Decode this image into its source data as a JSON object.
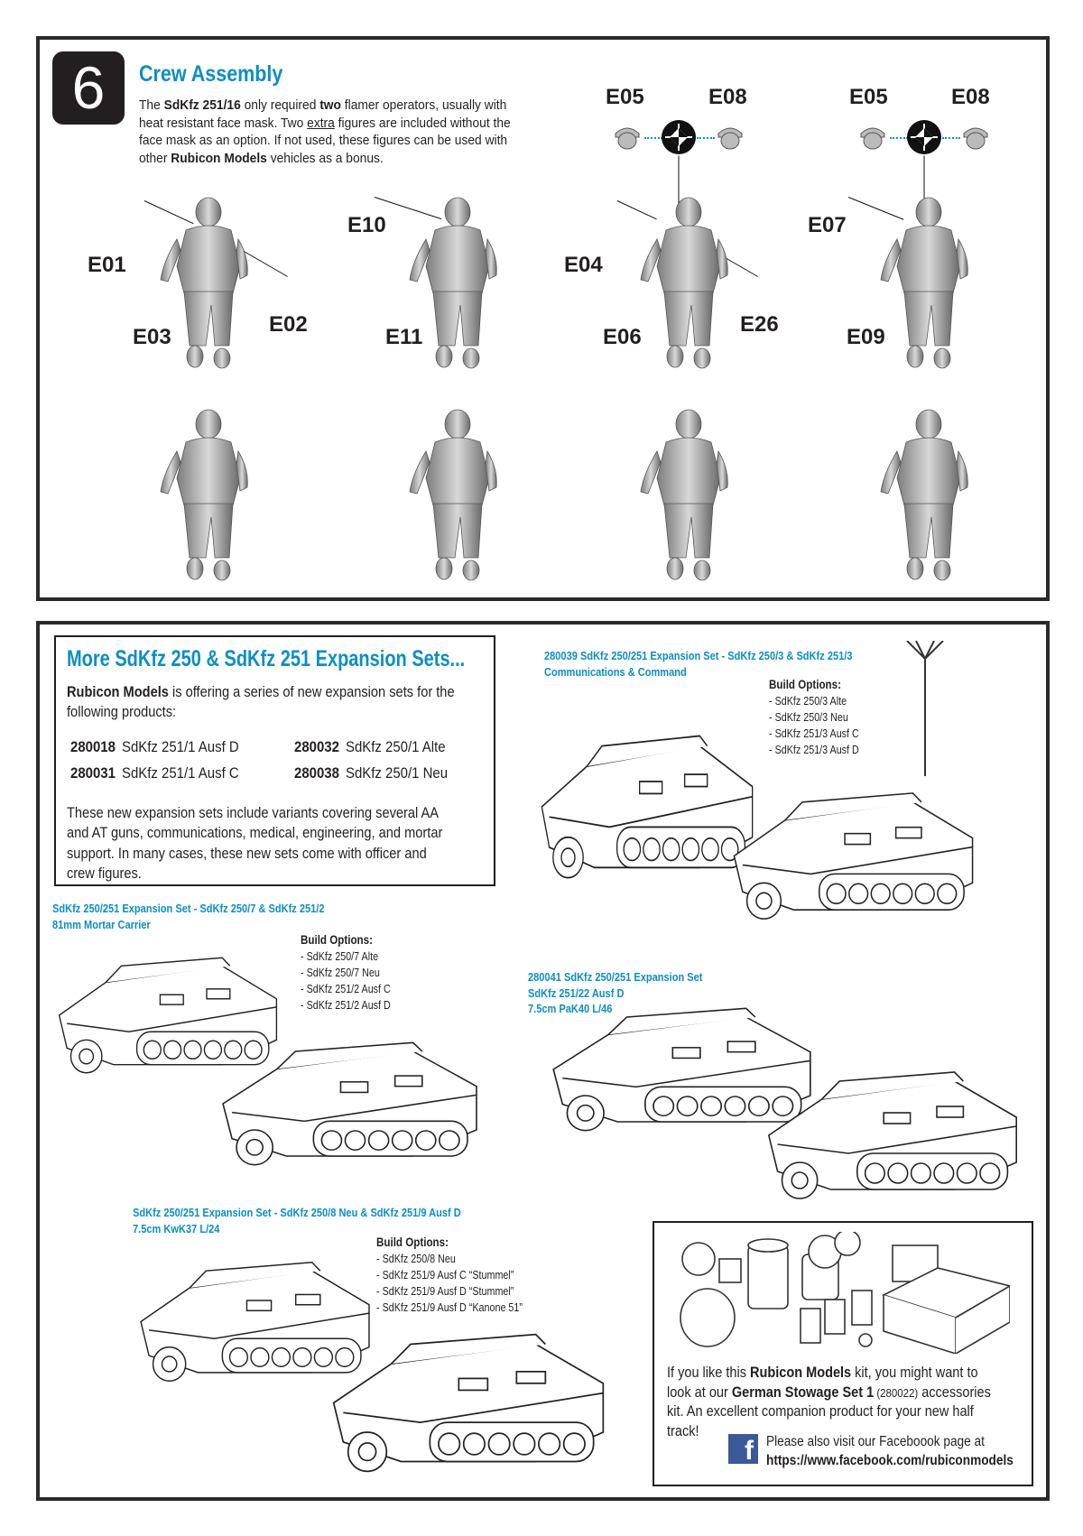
{
  "step": {
    "number": "6",
    "title": "Crew Assembly",
    "intro": [
      {
        "t": "The "
      },
      {
        "t": "SdKfz 251/16",
        "b": true
      },
      {
        "t": " only required "
      },
      {
        "t": "two",
        "b": true
      },
      {
        "t": " flamer operators, usually with heat resistant face mask.  Two "
      },
      {
        "t": "extra",
        "u": true
      },
      {
        "t": " figures are included without the face mask as an option.  If not used, these figures can be used with other "
      },
      {
        "t": "Rubicon Models",
        "b": true
      },
      {
        "t": " vehicles as a bonus."
      }
    ],
    "parts": {
      "e01": "E01",
      "e02": "E02",
      "e03": "E03",
      "e04": "E04",
      "e05a": "E05",
      "e08a": "E08",
      "e05b": "E05",
      "e08b": "E08",
      "e06": "E06",
      "e07": "E07",
      "e09": "E09",
      "e10": "E10",
      "e11": "E11",
      "e26": "E26"
    }
  },
  "expansion": {
    "title": "More SdKfz 250 & SdKfz 251 Expansion Sets...",
    "intro_bold": "Rubicon Models",
    "intro_rest": " is offering a series of new expansion sets for the following products:",
    "products": [
      {
        "code": "280018",
        "name": "SdKfz 251/1 Ausf D"
      },
      {
        "code": "280032",
        "name": "SdKfz 250/1 Alte"
      },
      {
        "code": "280031",
        "name": "SdKfz 251/1 Ausf C"
      },
      {
        "code": "280038",
        "name": "SdKfz 250/1 Neu"
      }
    ],
    "body": "These new expansion sets include variants covering several AA and AT guns, communications, medical, engineering, and mortar support.  In many cases, these new sets come with officer and crew figures."
  },
  "sets": [
    {
      "heading": [
        "280039 SdKfz 250/251 Expansion Set - SdKfz 250/3 & SdKfz 251/3",
        "Communications & Command"
      ],
      "options_title": "Build Options:",
      "options": [
        "- SdKfz 250/3 Alte",
        "- SdKfz 250/3 Neu",
        "- SdKfz 251/3 Ausf C",
        "- SdKfz 251/3 Ausf D"
      ]
    },
    {
      "heading": [
        "SdKfz 250/251 Expansion Set - SdKfz 250/7 & SdKfz 251/2",
        "81mm Mortar Carrier"
      ],
      "options_title": "Build Options:",
      "options": [
        "- SdKfz 250/7 Alte",
        "- SdKfz 250/7 Neu",
        "- SdKfz 251/2 Ausf C",
        "- SdKfz 251/2 Ausf D"
      ]
    },
    {
      "heading": [
        "280041 SdKfz 250/251 Expansion Set",
        "SdKfz 251/22 Ausf D",
        "7.5cm PaK40 L/46"
      ]
    },
    {
      "heading": [
        "SdKfz 250/251 Expansion Set - SdKfz 250/8 Neu & SdKfz 251/9 Ausf D",
        "7.5cm KwK37 L/24"
      ],
      "options_title": "Build Options:",
      "options": [
        "- SdKfz 250/8 Neu",
        "- SdKfz 251/9 Ausf C “Stummel”",
        "- SdKfz 251/9 Ausf D “Stummel”",
        "- SdKfz 251/9 Ausf D “Kanone 51”"
      ]
    }
  ],
  "stowage": {
    "p": [
      {
        "t": "If you like this "
      },
      {
        "t": "Rubicon Models",
        "b": true
      },
      {
        "t": " kit, you might want to look at our "
      },
      {
        "t": "German Stowage Set 1",
        "b": true
      },
      {
        "t": " (280022)",
        "s": true
      },
      {
        "t": " accessories kit.  An excellent companion product for your new half track!"
      }
    ],
    "facebook_line": "Please also visit our Faceboook page at",
    "facebook_url": "https://www.facebook.com/rubiconmodels"
  },
  "colors": {
    "accent": "#0a8fc4",
    "facebook": "#3b5998"
  }
}
